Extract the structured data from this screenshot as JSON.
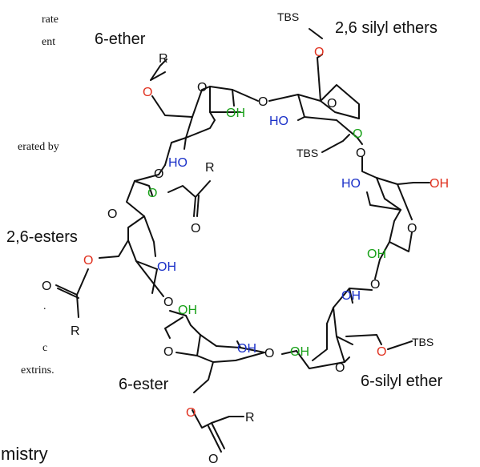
{
  "left_fragments": [
    "rate",
    "ent",
    "erated by",
    ".",
    "c",
    "extrins."
  ],
  "heading_fragment": "mistry",
  "labels": {
    "six_ether": "6-ether",
    "two_six_silyl_ethers": "2,6 silyl ethers",
    "two_six_esters": "2,6-esters",
    "six_ester": "6-ester",
    "six_silyl_ether": "6-silyl ether"
  },
  "atoms": {
    "R": "R",
    "O": "O",
    "OH": "OH",
    "HO": "HO",
    "TBS": "TBS"
  },
  "colors": {
    "ether_oxygen": "#e0301e",
    "secondary_oh": "#1a30c8",
    "green_oh": "#18a018",
    "bond": "#111111"
  }
}
